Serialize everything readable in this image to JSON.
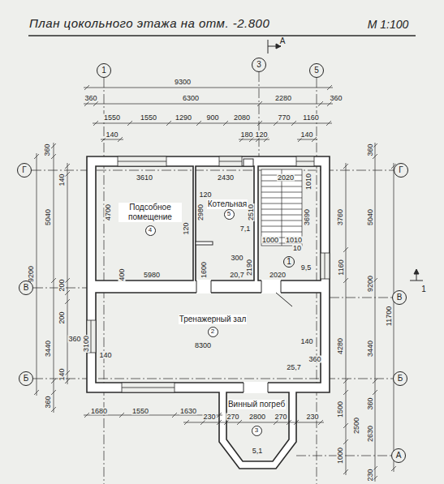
{
  "diagram": {
    "title": "План цокольного этажа на отм. -2.800",
    "nodes": [
      {
        "text": [
          "1"
        ]
      },
      {
        "text": [
          "3"
        ]
      },
      {
        "text": [
          "5"
        ]
      },
      {
        "text": [
          "Г"
        ]
      },
      {
        "text": [
          "Г"
        ]
      },
      {
        "text": [
          "Подсобное помещение"
        ]
      },
      {
        "text": [
          "4"
        ],
        "in": 5
      },
      {
        "text": [
          "Котельная"
        ]
      },
      {
        "text": [
          "5"
        ],
        "in": 7
      },
      {
        "text": [
          "1"
        ]
      },
      {
        "text": [
          "В"
        ]
      },
      {
        "text": [
          "В"
        ]
      },
      {
        "text": [
          "Тренажерный зал"
        ]
      },
      {
        "text": [
          "2"
        ],
        "in": 12
      },
      {
        "text": [
          "Б"
        ]
      },
      {
        "text": [
          "Б"
        ]
      },
      {
        "text": [
          "Винный погреб"
        ]
      },
      {
        "text": [
          "3"
        ],
        "in": 16
      },
      {
        "text": [
          "А"
        ]
      }
    ],
    "labels": [
      "М 1:100",
      "А",
      "9300",
      "360",
      "6300",
      "2280",
      "360",
      "1550",
      "1550",
      "1290",
      "900",
      "2080",
      "770",
      "1160",
      "140",
      "180",
      "120",
      "140",
      "3610",
      "2430",
      "2020",
      "1010",
      "120",
      "2980",
      "2510",
      "3690",
      "4700",
      "120",
      "7,1",
      "1000",
      "1010",
      "10",
      "300",
      "2190",
      "9,5",
      "5980",
      "400",
      "1600",
      "20,7",
      "2020",
      "360",
      "140",
      "5040",
      "9200",
      "200",
      "200",
      "3440",
      "140",
      "360",
      "360",
      "3100",
      "140",
      "8300",
      "140",
      "360",
      "25,7",
      "360",
      "3760",
      "5040",
      "1160",
      "9200",
      "11700",
      "4280",
      "3440",
      "360",
      "1500",
      "2500",
      "2630",
      "1000",
      "230",
      "1680",
      "1550",
      "1630",
      "230",
      "270",
      "2800",
      "270",
      "230",
      "5,1",
      "1"
    ]
  }
}
